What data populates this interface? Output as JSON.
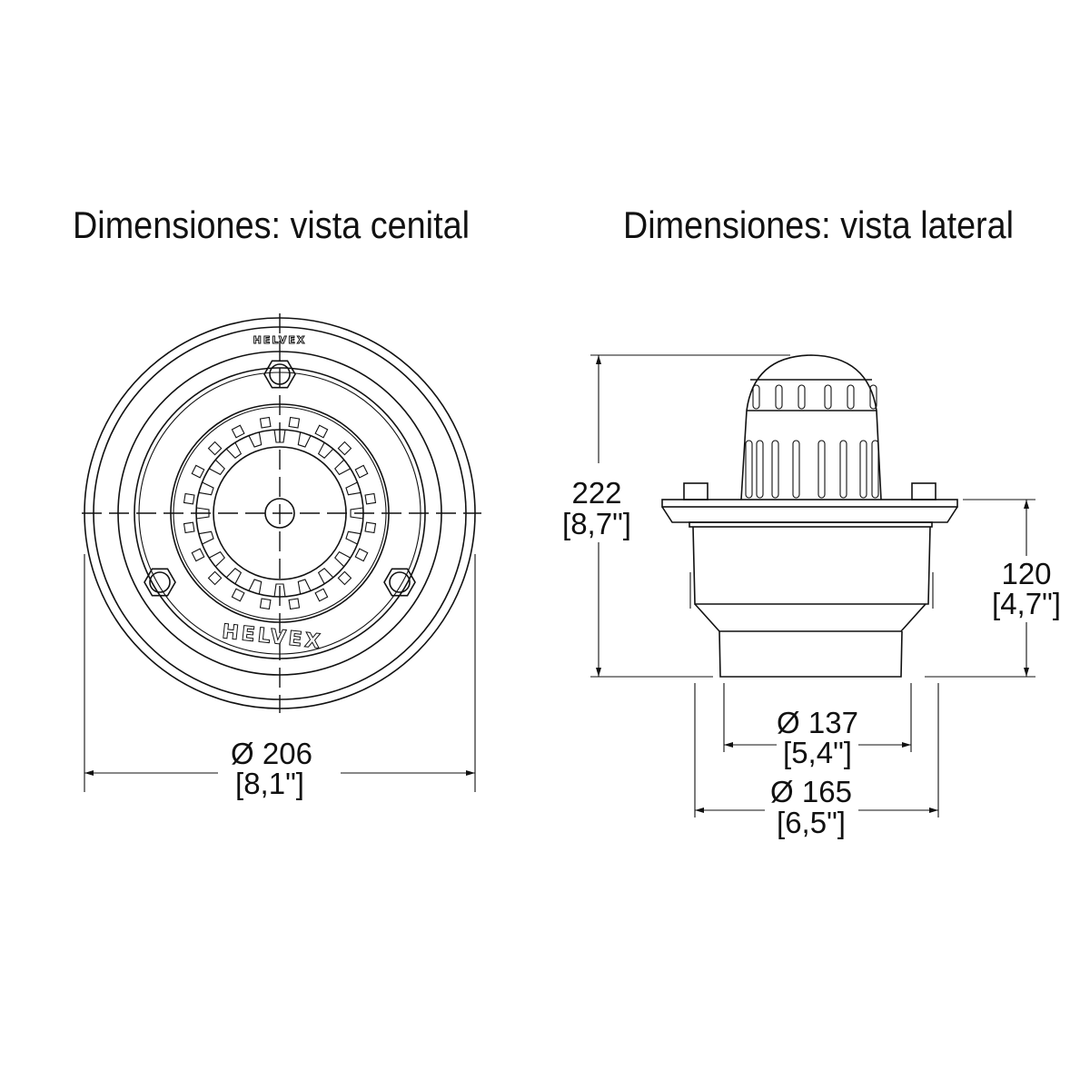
{
  "titles": {
    "top_view": "Dimensiones: vista cenital",
    "side_view": "Dimensiones: vista lateral"
  },
  "top_view": {
    "brand_logo": "HELVEX",
    "diameter": {
      "mm": "Ø 206",
      "in": "[8,1\"]"
    }
  },
  "side_view": {
    "total_height": {
      "mm": "222",
      "in": "[8,7\"]"
    },
    "body_height": {
      "mm": "120",
      "in": "[4,7\"]"
    },
    "outlet_diameter": {
      "mm": "Ø 137",
      "in": "[5,4\"]"
    },
    "body_diameter": {
      "mm": "Ø 165",
      "in": "[6,5\"]"
    }
  },
  "colors": {
    "line": "#111111",
    "background": "#ffffff"
  }
}
